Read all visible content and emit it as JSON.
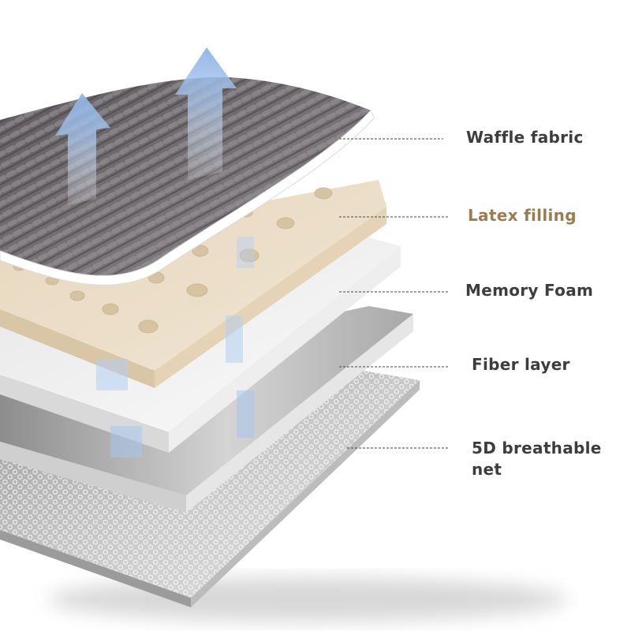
{
  "layers": [
    {
      "label": "Waffle fabric",
      "label_color": "#3d3d3d"
    },
    {
      "label": "Latex filling",
      "label_color": "#9c7b4f"
    },
    {
      "label": "Memory Foam",
      "label_color": "#3d3d3d"
    },
    {
      "label": "Fiber layer",
      "label_color": "#3d3d3d"
    },
    {
      "label": "5D breathable net",
      "label_color": "#3d3d3d"
    }
  ],
  "colors": {
    "background": "#ffffff",
    "waffle": "#6e6a6d",
    "latex": "#e9dcc6",
    "memory_foam": "#f3f3f3",
    "fiber": "#bdbdbd",
    "net": "#c8c8c8",
    "airflow": "#9fbfe8",
    "leader_line": "#444444"
  },
  "icons": [
    "airflow-arrow-icon"
  ]
}
